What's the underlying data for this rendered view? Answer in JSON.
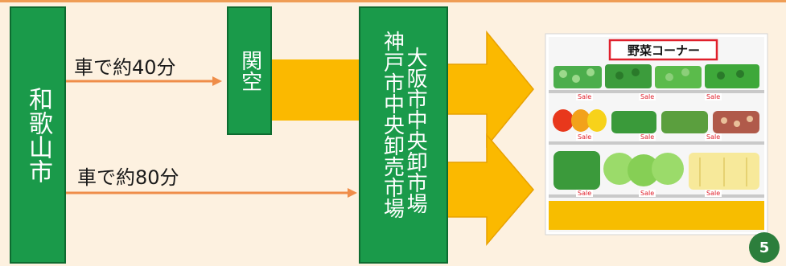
{
  "nodes": {
    "wakayama": "和歌山市",
    "kanku": "関空",
    "kobe_market": "神戸市中央卸売市場",
    "osaka_market": "大阪市中央卸市場"
  },
  "routes": {
    "to_kanku": "車で約40分",
    "to_market": "車で約80分"
  },
  "shelf": {
    "sign": "野菜コーナー",
    "price_tag": "Sale"
  },
  "page_number": "5",
  "colors": {
    "box_green": "#1a9a4a",
    "flow_orange": "#fbb900",
    "route_line": "#ef8d49",
    "sign_red": "#e0202c"
  }
}
